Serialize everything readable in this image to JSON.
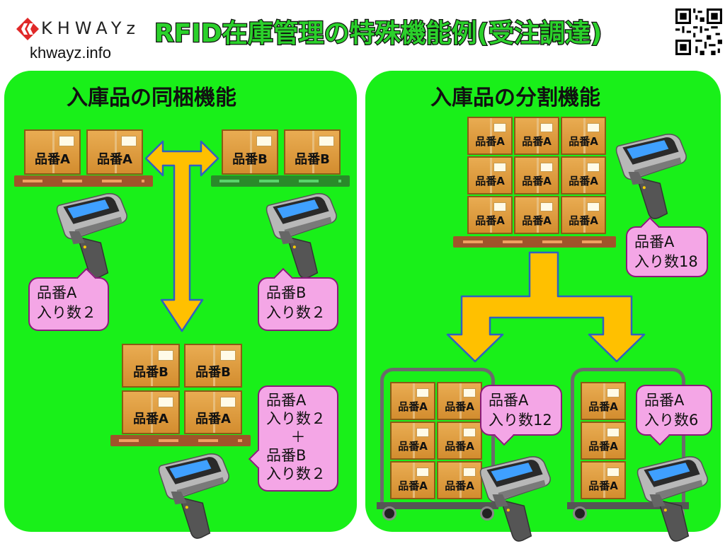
{
  "header": {
    "brand": "KHWAYz",
    "site": "khwayz.info",
    "title": "RFID在庫管理の特殊機能例(受注調達)"
  },
  "left_panel": {
    "title": "入庫品の同梱機能",
    "pallet_a_boxes": [
      "品番A",
      "品番A"
    ],
    "pallet_b_boxes": [
      "品番B",
      "品番B"
    ],
    "combined_top": [
      "品番B",
      "品番B"
    ],
    "combined_bottom": [
      "品番A",
      "品番A"
    ],
    "bubble_a": {
      "line1": "品番A",
      "line2": "入り数２"
    },
    "bubble_b": {
      "line1": "品番B",
      "line2": "入り数２"
    },
    "bubble_combined": {
      "line1": "品番A",
      "line2": "入り数２",
      "plus": "＋",
      "line3": "品番B",
      "line4": "入り数２"
    }
  },
  "right_panel": {
    "title": "入庫品の分割機能",
    "source_box": "品番A",
    "bubble_source": {
      "line1": "品番A",
      "line2": "入り数18"
    },
    "cart1_box": "品番A",
    "bubble_cart1": {
      "line1": "品番A",
      "line2": "入り数12"
    },
    "cart2_box": "品番A",
    "bubble_cart2": {
      "line1": "品番A",
      "line2": "入り数6"
    }
  },
  "colors": {
    "panel_green": "#19f019",
    "title_green": "#2bd12b",
    "arrow_yellow": "#ffc000",
    "bubble_pink": "#f4a6e6",
    "box_brown": "#e9ac52"
  },
  "icons": [
    "khwayz-logo-icon",
    "qr-code-icon",
    "rfid-handheld-reader-icon",
    "double-arrow-icon",
    "split-arrow-icon",
    "pallet-icon",
    "cart-icon"
  ]
}
